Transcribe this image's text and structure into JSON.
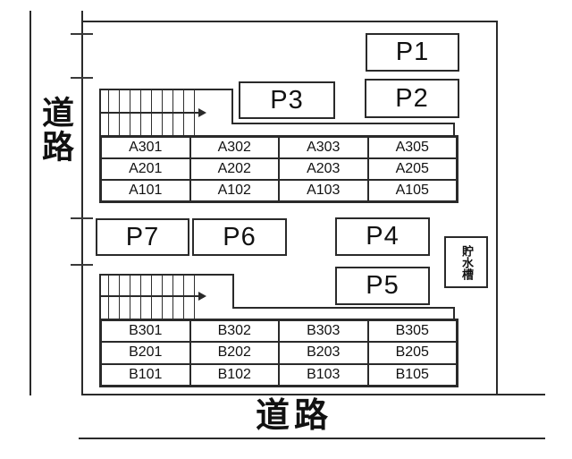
{
  "roads": {
    "left_label": "道路",
    "bottom_label": "道路"
  },
  "water_tank": {
    "label": "貯水槽"
  },
  "parking": {
    "p1": "P1",
    "p2": "P2",
    "p3": "P3",
    "p4": "P4",
    "p5": "P5",
    "p6": "P6",
    "p7": "P7"
  },
  "building_a": {
    "units": [
      [
        "A301",
        "A302",
        "A303",
        "A305"
      ],
      [
        "A201",
        "A202",
        "A203",
        "A205"
      ],
      [
        "A101",
        "A102",
        "A103",
        "A105"
      ]
    ]
  },
  "building_b": {
    "units": [
      [
        "B301",
        "B302",
        "B303",
        "B305"
      ],
      [
        "B201",
        "B202",
        "B203",
        "B205"
      ],
      [
        "B101",
        "B102",
        "B103",
        "B105"
      ]
    ]
  },
  "colors": {
    "line": "#2a2a2a",
    "background": "#ffffff"
  }
}
